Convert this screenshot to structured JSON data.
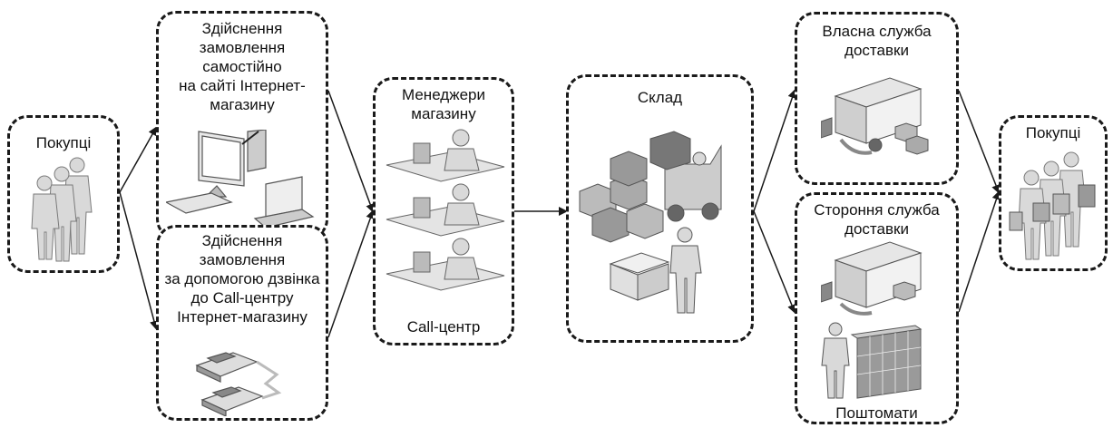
{
  "nodes": {
    "buyers_left": "Покупці",
    "online_order": "Здійснення\nзамовлення\nсамостійно\nна сайті Інтернет-\nмагазину",
    "phone_order": "Здійснення\nзамовлення\nза допомогою дзвінка\nдо Call-центру\nІнтернет-магазину",
    "managers": "Менеджери\nмагазину",
    "callcenter": "Call-центр",
    "warehouse": "Склад",
    "own_delivery": "Власна служба\nдоставки",
    "third_delivery": "Стороння служба\nдоставки",
    "lockers": "Поштомати",
    "buyers_right": "Покупці"
  },
  "icons": {
    "buyers_left": "people-group-icon",
    "online_order": "computers-icon",
    "phone_order": "telephones-icon",
    "managers": "call-center-operators-icon",
    "warehouse": "warehouse-forklift-icon",
    "own_delivery": "delivery-truck-icon",
    "third_delivery": "truck-with-parcels-icon",
    "lockers": "parcel-lockers-icon",
    "buyers_right": "buyers-with-purchases-icon"
  },
  "colors": {
    "border": "#1a1a1a",
    "icon_fill": "#d9d9d9",
    "icon_dark": "#8a8a8a"
  }
}
